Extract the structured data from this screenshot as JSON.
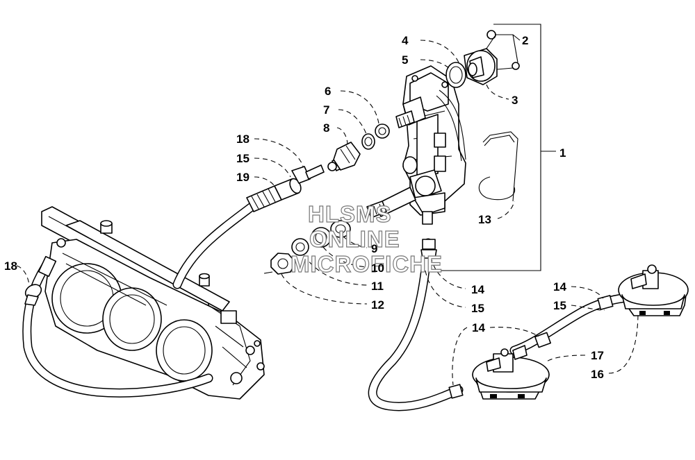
{
  "watermark": {
    "line1": "HLSMS",
    "line2": "ONLINE",
    "line3": "MICROFICHE"
  },
  "callouts": {
    "c1": "1",
    "c2": "2",
    "c3": "3",
    "c4": "4",
    "c5": "5",
    "c6": "6",
    "c7": "7",
    "c8": "8",
    "c9": "9",
    "c10": "10",
    "c11": "11",
    "c12": "12",
    "c13": "13",
    "c14a": "14",
    "c14b": "14",
    "c14c": "14",
    "c15a": "15",
    "c15b": "15",
    "c15c": "15",
    "c16": "16",
    "c17": "17",
    "c18a": "18",
    "c18b": "18",
    "c19": "19"
  }
}
